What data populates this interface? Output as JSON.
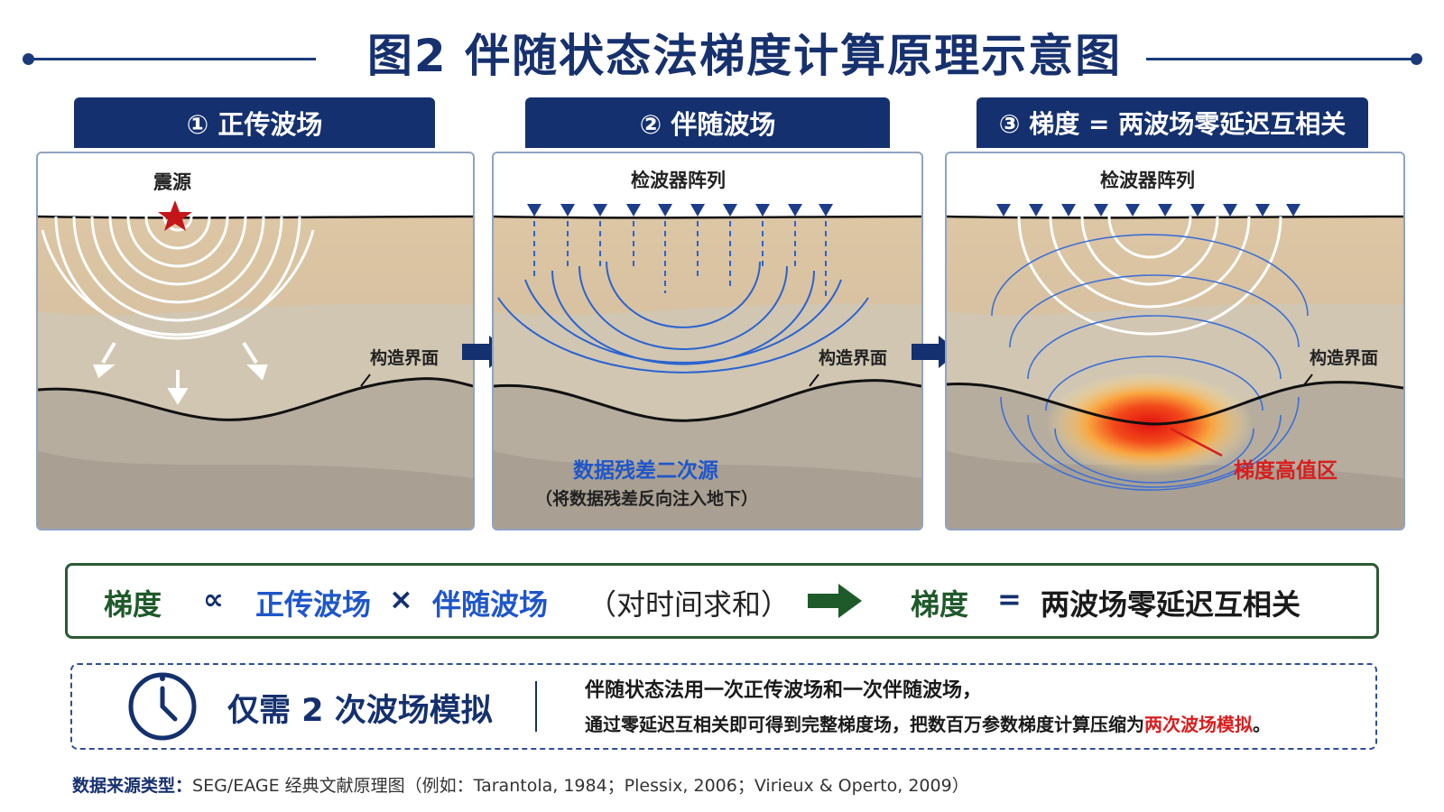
{
  "title": "图2   伴随状态法梯度计算原理示意图",
  "panels": [
    {
      "tab": "① 正传波场",
      "top_label": "震源",
      "interface_label": "构造界面"
    },
    {
      "tab": "② 伴随波场",
      "top_label": "检波器阵列",
      "interface_label": "构造界面",
      "residual_title": "数据残差二次源",
      "residual_sub": "（将数据残差反向注入地下）"
    },
    {
      "tab": "③ 梯度 = 两波场零延迟互相关",
      "top_label": "检波器阵列",
      "interface_label": "构造界面",
      "hot_label": "梯度高值区"
    }
  ],
  "formula": {
    "gradient": "梯度",
    "propto": "∝",
    "forward": "正传波场",
    "times": "×",
    "adjoint": "伴随波场",
    "sum_note": "（对时间求和）",
    "gradient2": "梯度",
    "equals": "=",
    "result": "两波场零延迟互相关"
  },
  "note": {
    "headline": "仅需 2 次波场模拟",
    "line1": "伴随状态法用一次正传波场和一次伴随波场，",
    "line2_prefix": "通过零延迟互相关即可得到完整梯度场，把数百万参数梯度计算压缩为",
    "line2_highlight": "两次波场模拟",
    "line2_suffix": "。"
  },
  "source": {
    "label": "数据来源类型：",
    "text": "SEG/EAGE 经典文献原理图（例如：Tarantola, 1984；Plessix, 2006；Virieux & Operto, 2009）"
  },
  "colors": {
    "navy": "#14306e",
    "blue": "#1f56c9",
    "green": "#1f5a2a",
    "red": "#d81e1e"
  },
  "icons": [
    "star-icon",
    "receiver-triangle-icon",
    "right-arrow-icon",
    "clock-icon"
  ]
}
